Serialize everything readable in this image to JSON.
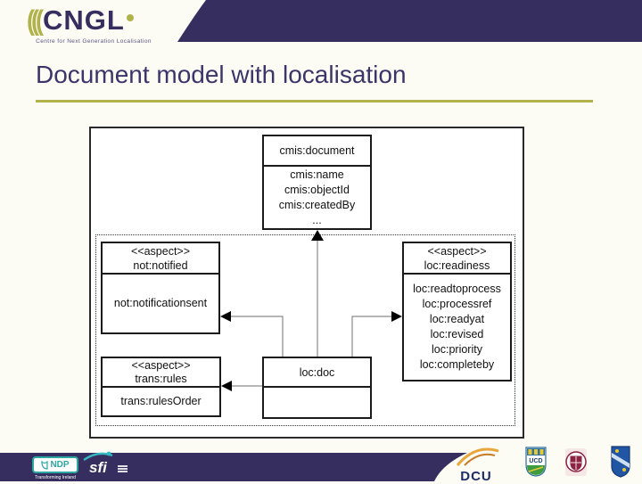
{
  "slide": {
    "title": "Document model with localisation",
    "header": {
      "logo_marks": "(((",
      "logo_text": "CNGL",
      "tagline": "Centre for Next Generation Localisation"
    },
    "colors": {
      "navy": "#352e5f",
      "olive": "#b2b24c",
      "connector_gray": "#8a8a8a"
    },
    "diagram": {
      "document_class": {
        "title": "cmis:document",
        "attributes": [
          "cmis:name",
          "cmis:objectId",
          "cmis:createdBy",
          "..."
        ]
      },
      "aspects": [
        {
          "stereotype": "<<aspect>>",
          "title": "not:notified",
          "attributes": [
            "not:notificationsent"
          ]
        },
        {
          "stereotype": "<<aspect>>",
          "title": "loc:readiness",
          "attributes": [
            "loc:readtoprocess",
            "loc:processref",
            "loc:readyat",
            "loc:revised",
            "loc:priority",
            "loc:completeby"
          ]
        },
        {
          "stereotype": "<<aspect>>",
          "title": "trans:rules",
          "attributes": [
            "trans:rulesOrder"
          ]
        }
      ],
      "loc_doc": {
        "title": "loc:doc"
      }
    },
    "footer": {
      "ndp_label": "NDP",
      "ndp_sub": "Transforming Ireland",
      "sfi_label": "sfi",
      "dcu_label": "DCU",
      "ucd_label": "UCD"
    }
  }
}
